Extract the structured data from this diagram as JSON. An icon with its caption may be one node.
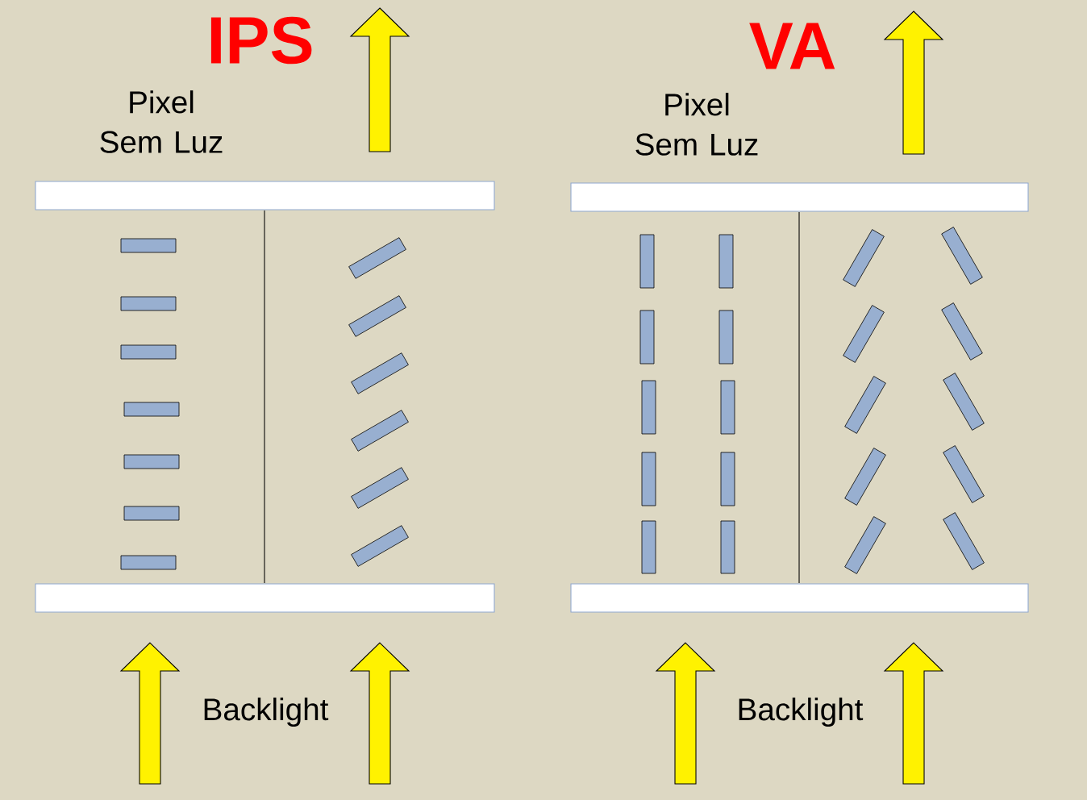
{
  "diagram": {
    "nodes": [
      {
        "text": [],
        "shape": "bar"
      },
      {
        "text": [],
        "shape": "bar"
      },
      {
        "text": [],
        "shape": "bar"
      },
      {
        "text": [],
        "shape": "bar"
      }
    ],
    "labels": [
      "IPS",
      "VA",
      "Pixel Sem Luz",
      "Pixel Sem Luz",
      "Backlight",
      "Backlight"
    ]
  }
}
